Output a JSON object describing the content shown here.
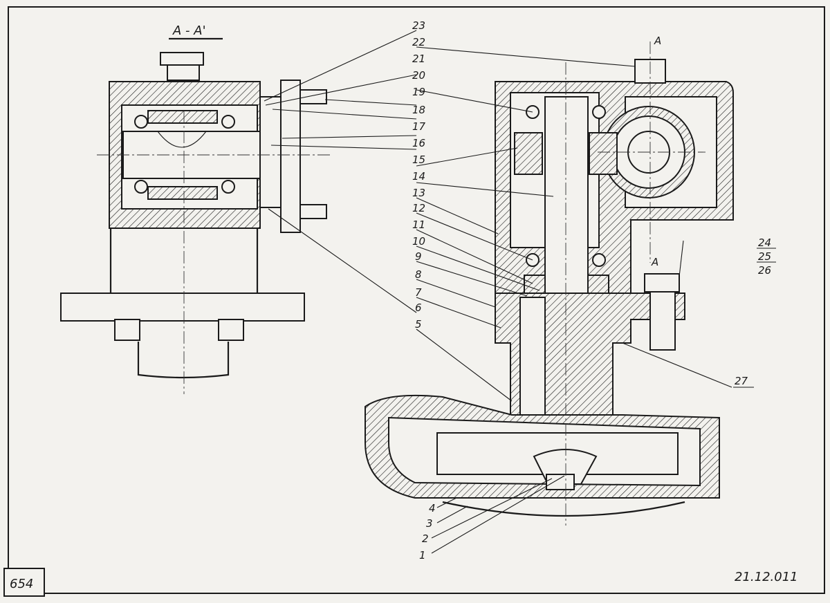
{
  "section_title": "A - A'",
  "section_marks": [
    "A",
    "A"
  ],
  "sheet_number": "654",
  "drawing_code": "21.12.011",
  "callouts": [
    "1",
    "2",
    "3",
    "4",
    "5",
    "6",
    "7",
    "8",
    "9",
    "10",
    "11",
    "12",
    "13",
    "14",
    "15",
    "16",
    "17",
    "18",
    "19",
    "20",
    "21",
    "22",
    "23",
    "24",
    "25",
    "26",
    "27"
  ],
  "colors": {
    "paper": "#f3f2ee",
    "ink": "#1a1a1a"
  }
}
